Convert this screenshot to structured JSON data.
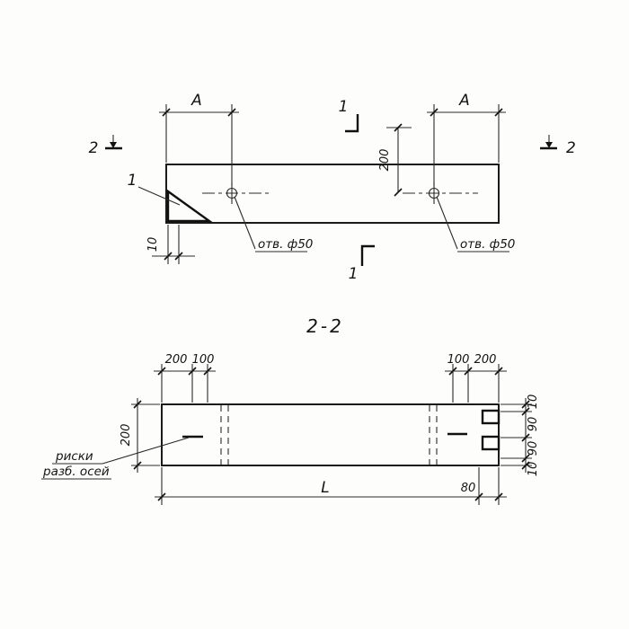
{
  "colors": {
    "ink": "#1b1b1b",
    "paper": "#fdfdfc"
  },
  "title": {
    "section_label": "2-2"
  },
  "plan": {
    "dim_a_left": "A",
    "dim_a_right": "A",
    "dim_v200": "200",
    "dim_10": "10",
    "hole_note_left": "отв. ф50",
    "hole_note_right": "отв. ф50",
    "detail_mark": "1",
    "section1_top": "1",
    "section1_bottom": "1",
    "section2_left": "2",
    "section2_right": "2"
  },
  "section": {
    "dim_left_200": "200",
    "top_left": {
      "d200": "200",
      "d100": "100"
    },
    "top_right": {
      "d100": "100",
      "d200": "200"
    },
    "right_chain": [
      "10",
      "90",
      "90",
      "10"
    ],
    "dim_length": "L",
    "dim_80": "80",
    "axis_note_line1": "риски",
    "axis_note_line2": "разб. осей"
  }
}
